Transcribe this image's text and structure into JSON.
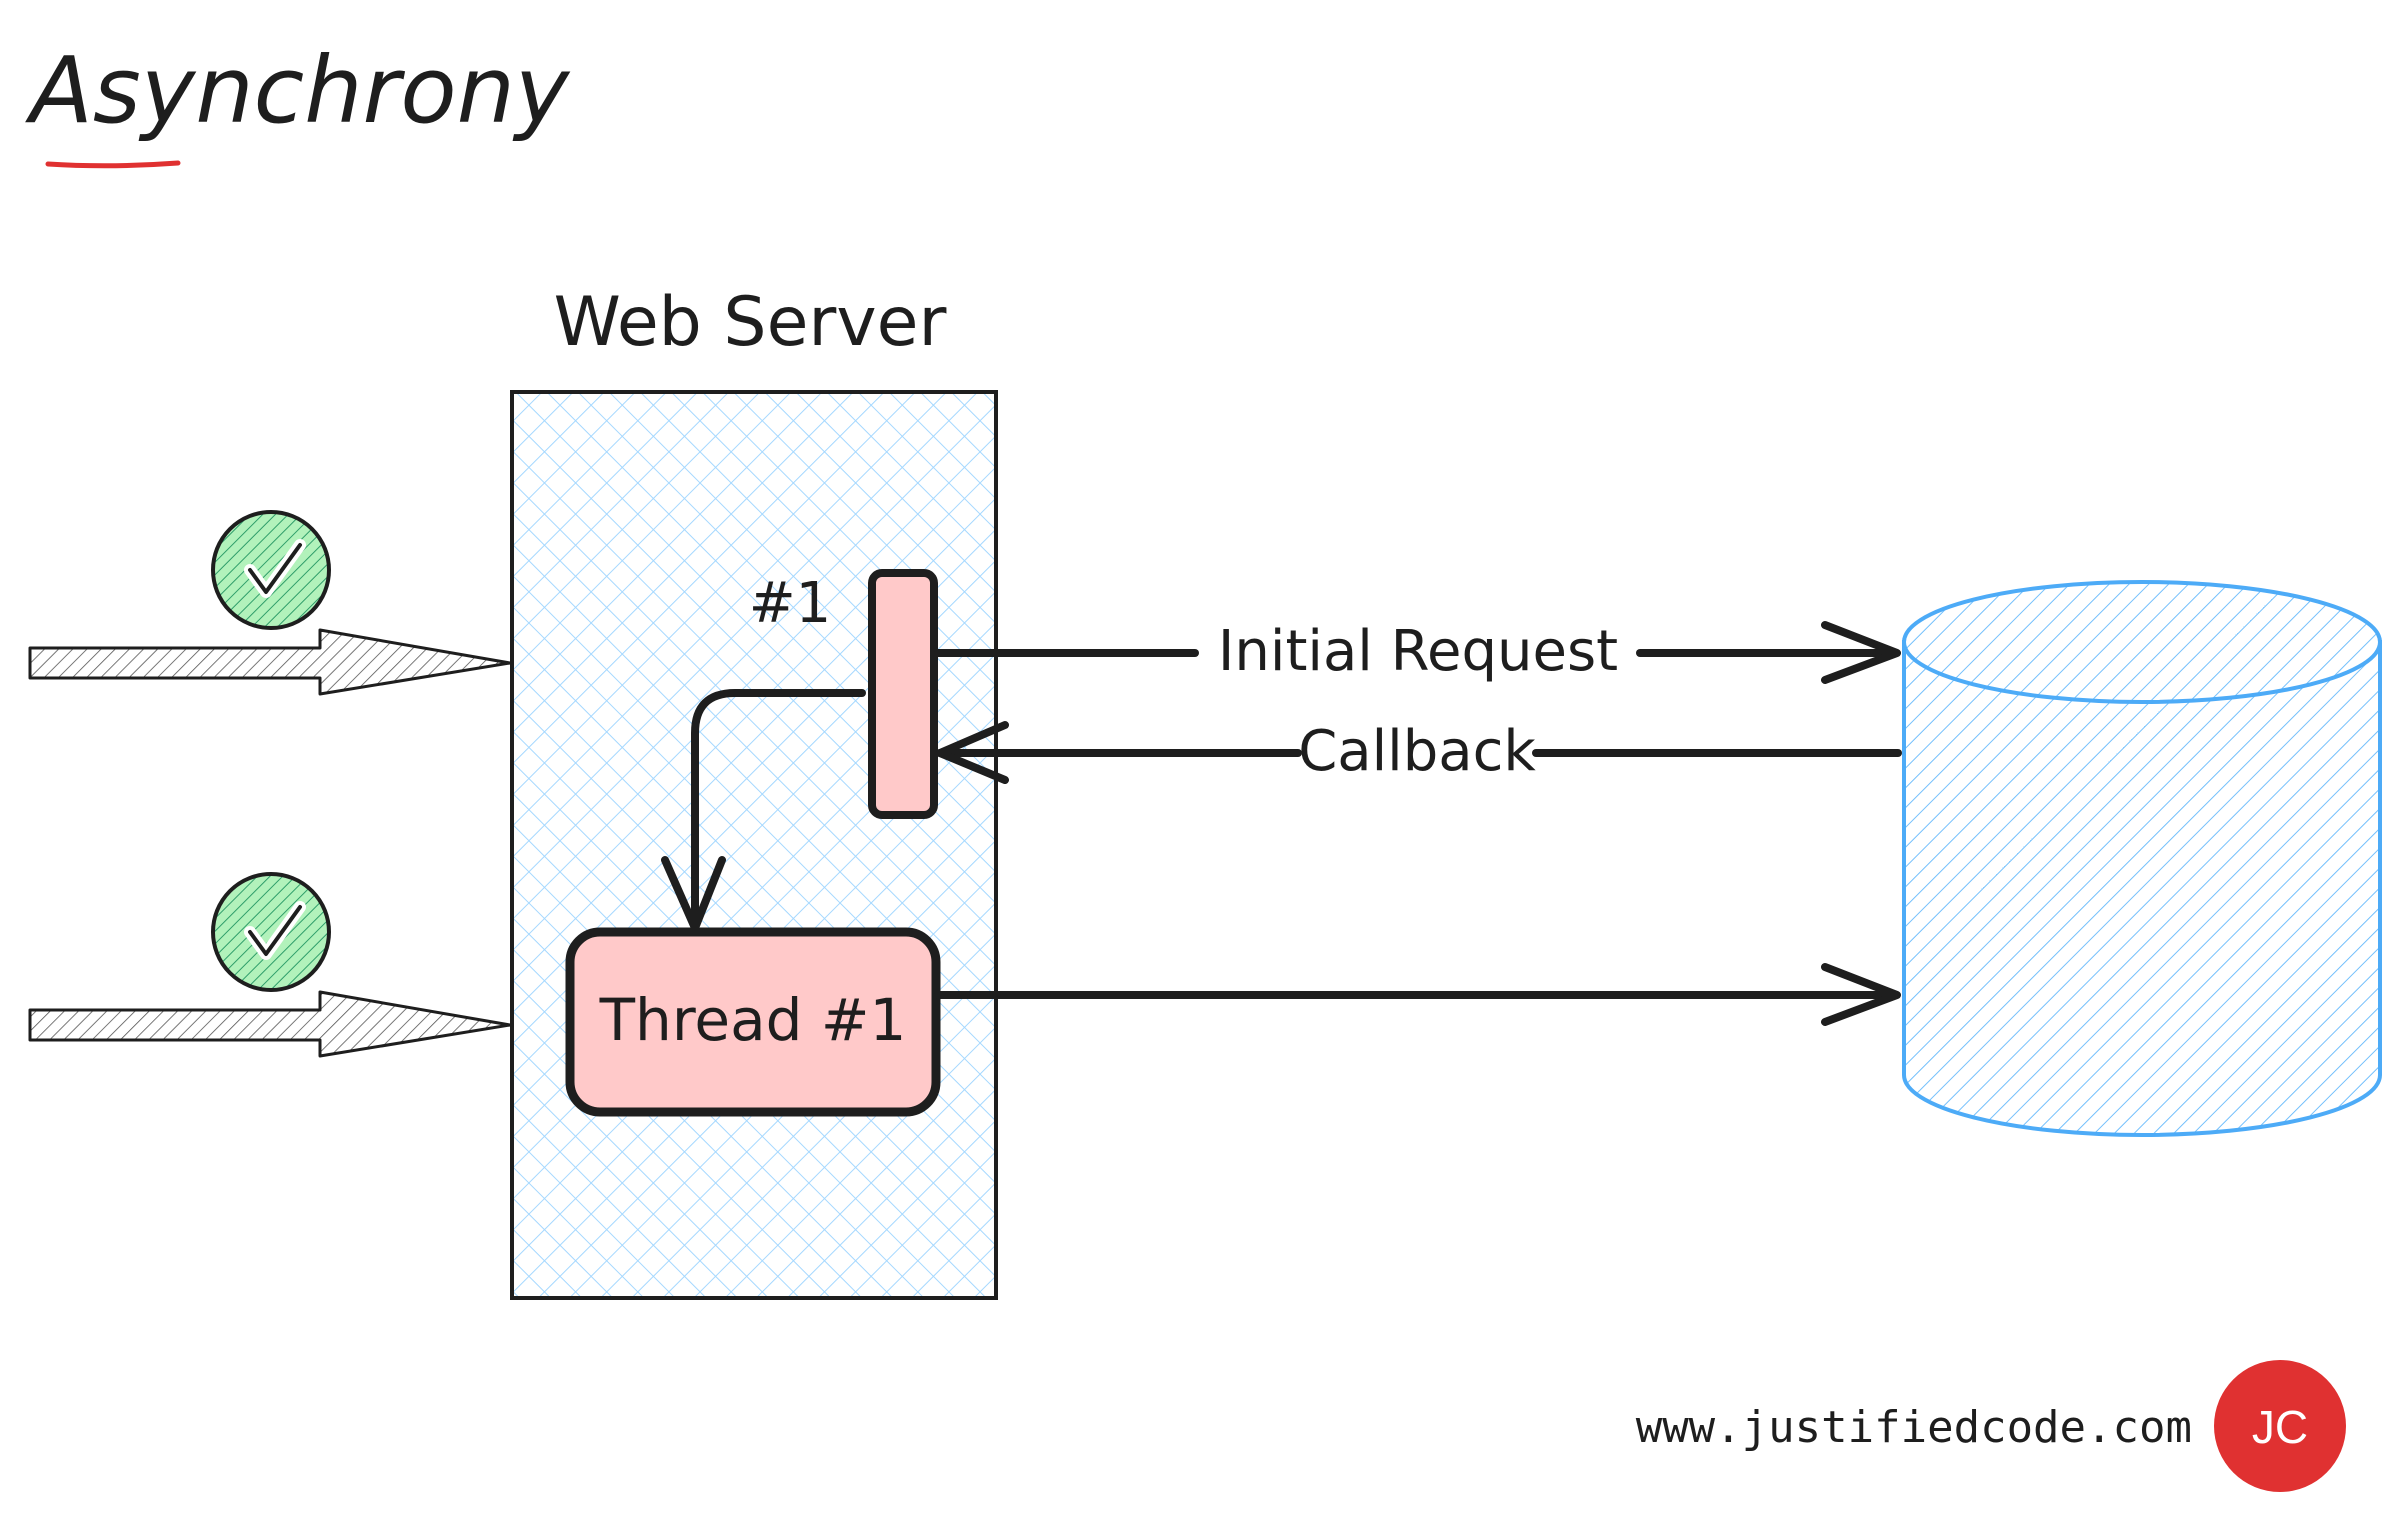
{
  "title": "Asynchrony",
  "server": {
    "label": "Web Server"
  },
  "slot": {
    "label": "#1"
  },
  "thread": {
    "label": "Thread #1"
  },
  "arrows": {
    "initial_request": "Initial Request",
    "callback": "Callback"
  },
  "footer": {
    "url": "www.justifiedcode.com",
    "logo": "JC"
  },
  "colors": {
    "server_fill": "#a5d8ff",
    "database": "#4dabf7",
    "thread_fill": "#ffc9c9",
    "check_fill": "#2f9e6a",
    "logo_bg": "#e03131",
    "underline": "#e03131",
    "ink": "#1e1e1e"
  },
  "icons": {
    "check": "check-circle-icon",
    "database": "database-cylinder-icon"
  }
}
